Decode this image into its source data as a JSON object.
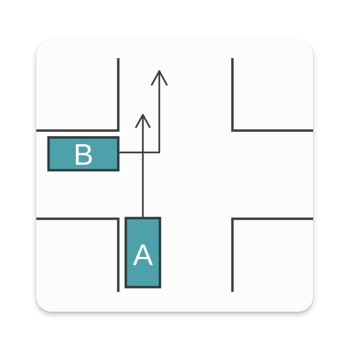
{
  "app_icon": {
    "colors": {
      "background": "#fcfcfc",
      "road_edge": "#3c3c3c",
      "car_fill": "#4ea1ab",
      "car_border": "#2f3a3c",
      "path_line": "#3c3c3c",
      "label": "#ffffff"
    },
    "cars": [
      {
        "label": "A",
        "maneuver": "straight"
      },
      {
        "label": "B",
        "maneuver": "right-turn-then-straight"
      }
    ],
    "icons": [
      "intersection-icon",
      "arrow-up-icon"
    ]
  }
}
